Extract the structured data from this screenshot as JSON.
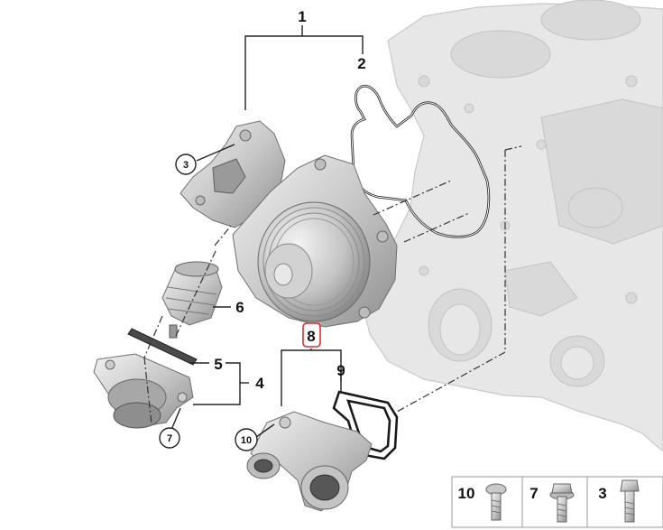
{
  "callouts": {
    "c1": "1",
    "c2": "2",
    "c3": "3",
    "c4": "4",
    "c5": "5",
    "c6": "6",
    "c7": "7",
    "c8": "8",
    "c9": "9",
    "c10": "10"
  },
  "fastener_box": {
    "items": [
      {
        "label": "10"
      },
      {
        "label": "7"
      },
      {
        "label": "3"
      }
    ]
  },
  "colors": {
    "highlight": "#d9302c",
    "line": "#222222",
    "engine_block": "#e7e7e7"
  },
  "icons": [
    "screw-icon",
    "hex-flange-bolt-icon",
    "hex-bolt-icon"
  ]
}
